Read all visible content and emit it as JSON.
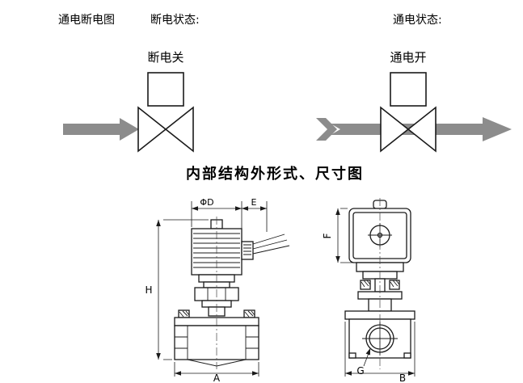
{
  "header": {
    "diagram_label": "通电断电图",
    "off_state_label": "断电状态:",
    "on_state_label": "通电状态:"
  },
  "valve_states": {
    "off_label": "断电关",
    "on_label": "通电开"
  },
  "section_title": "内部结构外形式、尺寸图",
  "dimensions": {
    "phi_d": "ΦD",
    "e": "E",
    "h": "H",
    "a": "A",
    "f": "F",
    "g": "G",
    "b": "B"
  },
  "colors": {
    "flow_arrow": "#8c8c8c",
    "line": "#1a1a1a",
    "background": "#ffffff"
  }
}
